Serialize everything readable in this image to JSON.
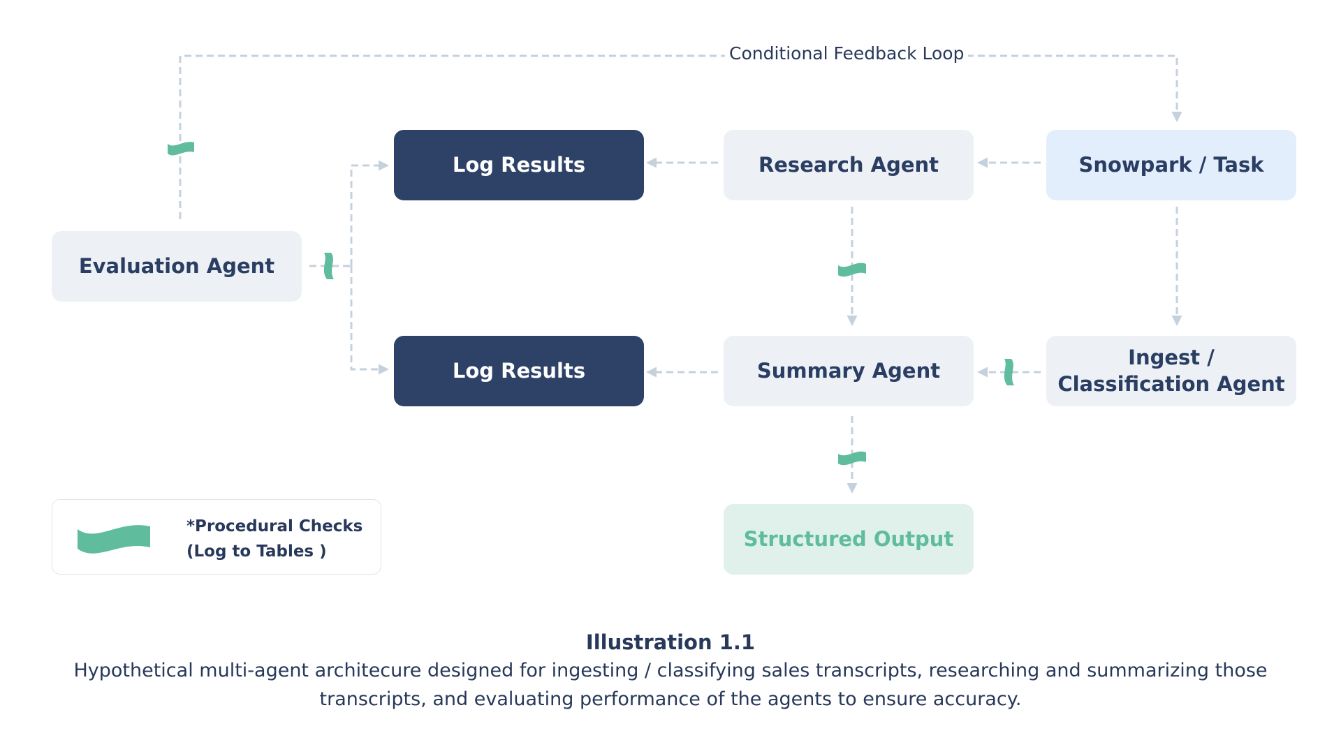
{
  "loop_label": "Conditional Feedback Loop",
  "nodes": {
    "snowpark_task": "Snowpark / Task",
    "research_agent": "Research Agent",
    "log_results_top": "Log Results",
    "evaluation_agent": "Evaluation Agent",
    "log_results_bottom": "Log Results",
    "summary_agent": "Summary Agent",
    "ingest_agent_line1": "Ingest /",
    "ingest_agent_line2": "Classification Agent",
    "structured_output": "Structured Output"
  },
  "legend": {
    "line1": "*Procedural Checks",
    "line2": "(Log to Tables )"
  },
  "caption": {
    "title": "Illustration 1.1",
    "text": "Hypothetical multi-agent architecure designed for ingesting / classifying sales transcripts, researching and summarizing those transcripts, and evaluating performance of the agents to ensure accuracy."
  },
  "colors": {
    "dark_node": "#2d4266",
    "light_node": "#edf1f5",
    "blue_node": "#e3eefc",
    "output_node": "#dff1ea",
    "check_mark": "#5fbc9c",
    "connector": "#c5d1dc",
    "text": "#27385a"
  }
}
